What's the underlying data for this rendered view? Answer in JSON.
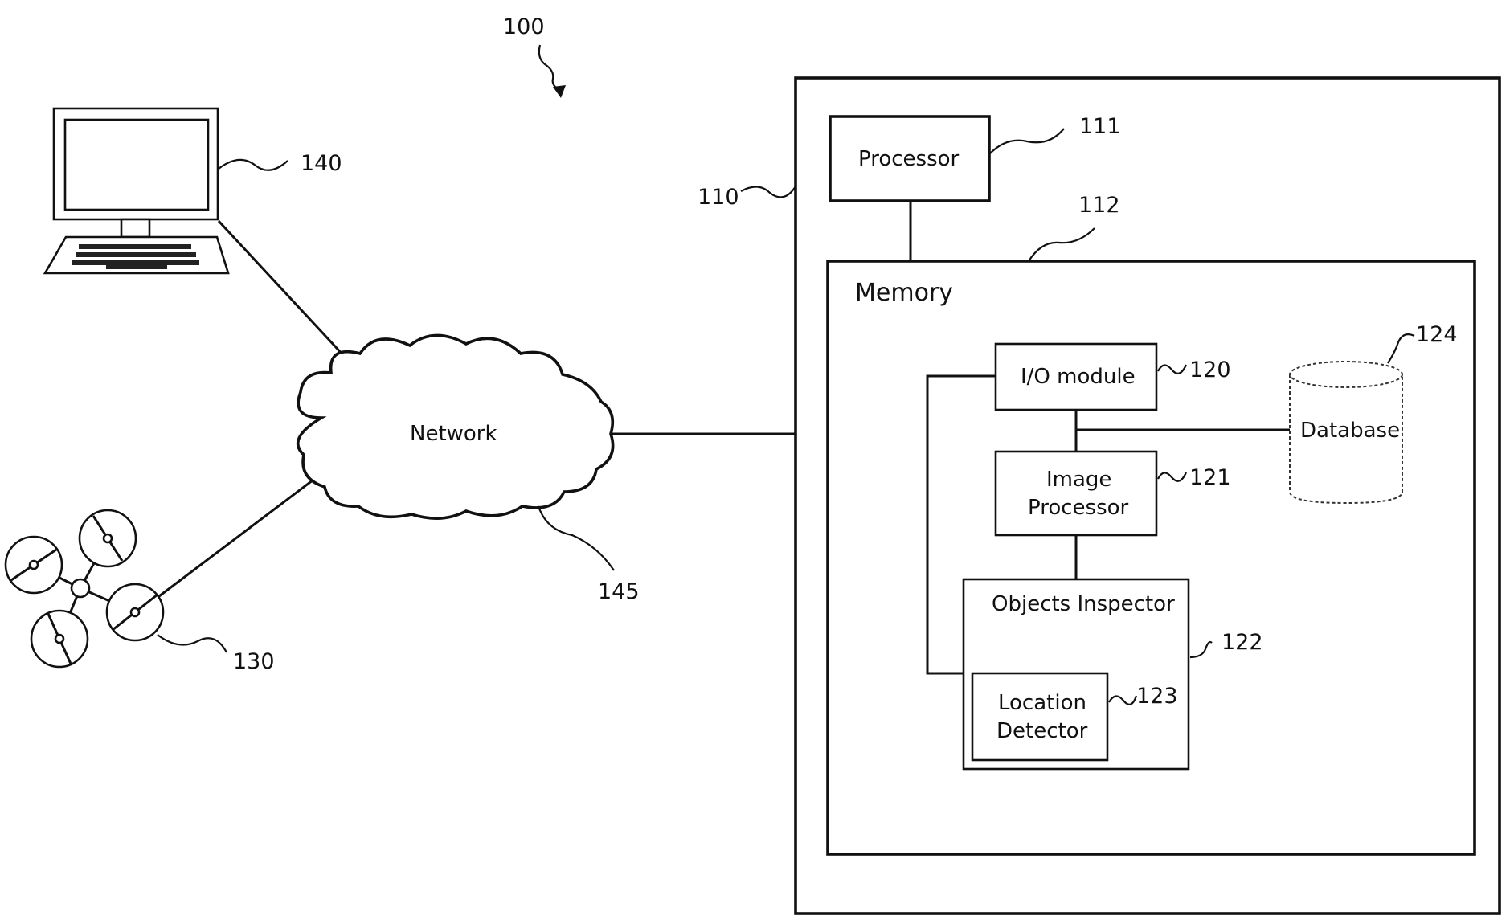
{
  "figure_ref": "100",
  "computer": {
    "ref": "140"
  },
  "drone": {
    "ref": "130"
  },
  "network": {
    "label": "Network",
    "ref": "145"
  },
  "system": {
    "ref": "110"
  },
  "processor": {
    "label": "Processor",
    "ref": "111"
  },
  "memory": {
    "label": "Memory",
    "ref": "112"
  },
  "io_module": {
    "label": "I/O module",
    "ref": "120"
  },
  "image_processor": {
    "label_line1": "Image",
    "label_line2": "Processor",
    "ref": "121"
  },
  "objects_inspector": {
    "label": "Objects Inspector",
    "ref": "122"
  },
  "location_detector": {
    "label_line1": "Location",
    "label_line2": "Detector",
    "ref": "123"
  },
  "database": {
    "label": "Database",
    "ref": "124"
  }
}
